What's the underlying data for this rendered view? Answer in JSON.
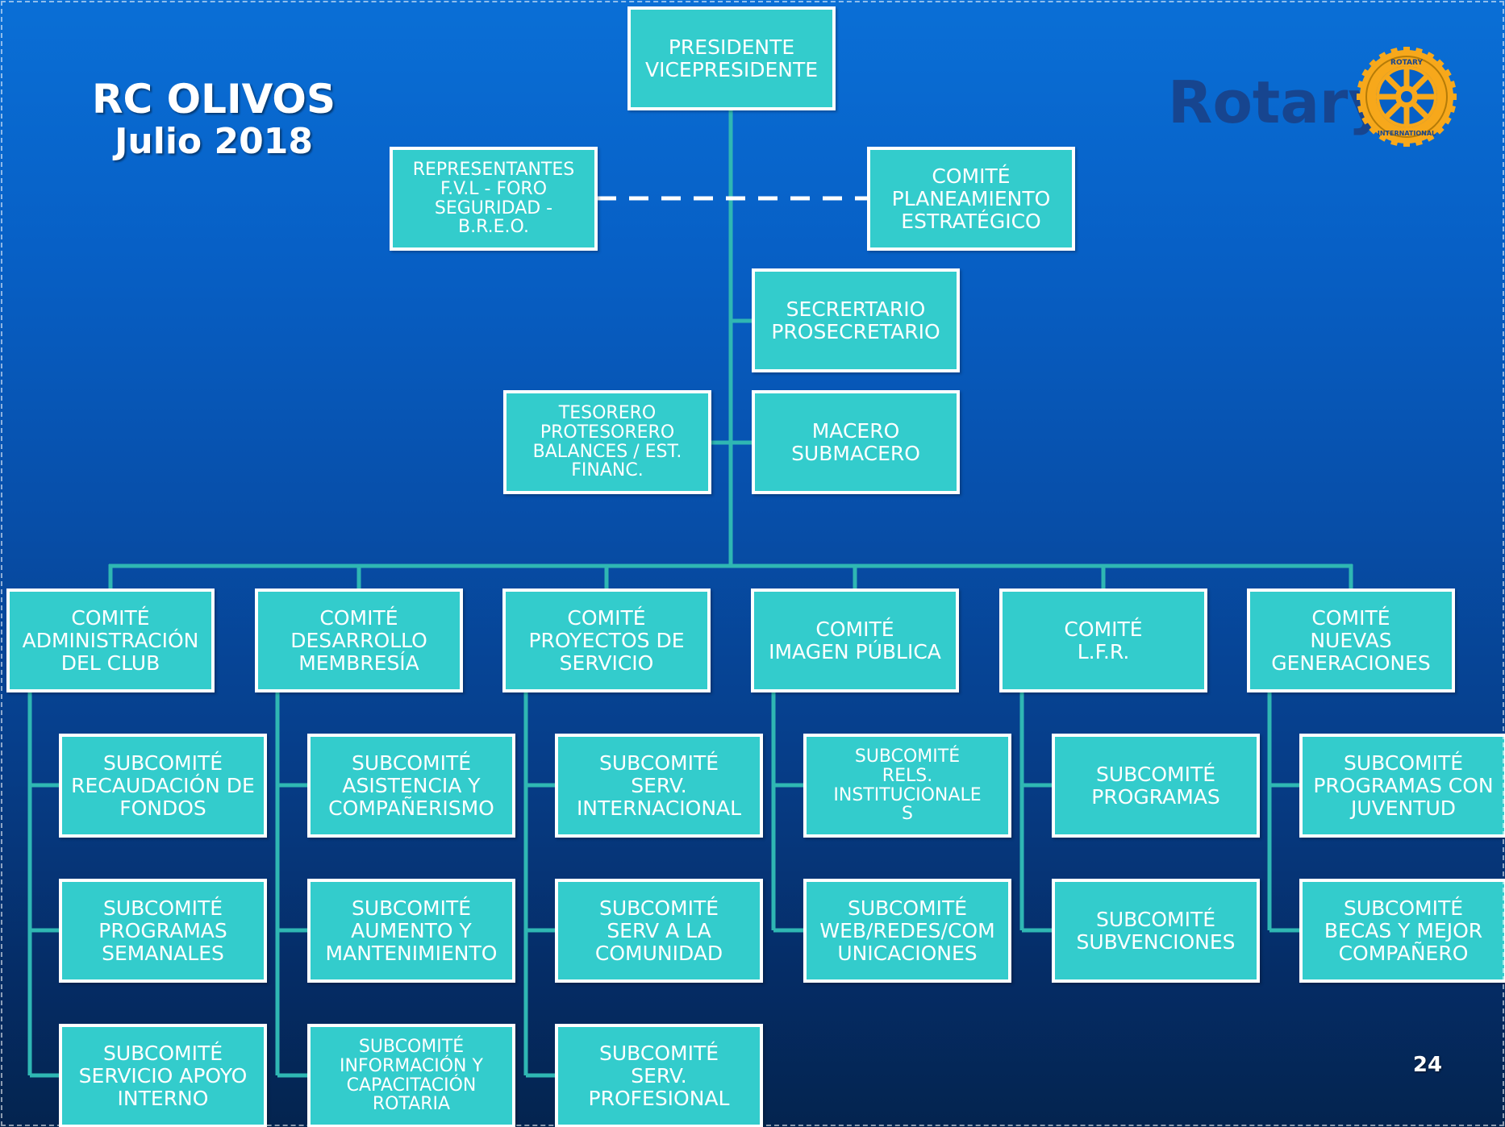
{
  "slide": {
    "title_line1": "RC OLIVOS",
    "title_line2": "Julio 2018",
    "page_number": "24"
  },
  "logo": {
    "wordmark": "Rotary",
    "ring_top": "ROTARY",
    "ring_bottom": "INTERNATIONAL",
    "wordmark_color": "#17458f",
    "wheel_color": "#f7a81b"
  },
  "colors": {
    "box_fill": "#33cccc",
    "box_border": "#ffffff",
    "connector": "#2fb7b3",
    "background_top": "#0a6fd6",
    "background_bottom": "#04244f"
  },
  "top": {
    "presidente": [
      "PRESIDENTE",
      "VICEPRESIDENTE"
    ],
    "representantes": [
      "REPRESENTANTES",
      "F.V.L - FORO",
      "SEGURIDAD -",
      "B.R.E.O."
    ],
    "planeamiento": [
      "COMITÉ",
      "PLANEAMIENTO",
      "ESTRATÉGICO"
    ],
    "secretario": [
      "SECRERTARIO",
      "PROSECRETARIO"
    ],
    "tesorero": [
      "TESORERO",
      "PROTESORERO",
      "BALANCES / EST.",
      "FINANC."
    ],
    "macero": [
      "MACERO",
      "SUBMACERO"
    ]
  },
  "committees": [
    {
      "title": [
        "COMITÉ",
        "ADMINISTRACIÓN",
        "DEL CLUB"
      ],
      "subs": [
        [
          "SUBCOMITÉ",
          "RECAUDACIÓN DE",
          "FONDOS"
        ],
        [
          "SUBCOMITÉ",
          "PROGRAMAS",
          "SEMANALES"
        ],
        [
          "SUBCOMITÉ",
          "SERVICIO APOYO",
          "INTERNO"
        ]
      ]
    },
    {
      "title": [
        "COMITÉ",
        "DESARROLLO",
        "MEMBRESÍA"
      ],
      "subs": [
        [
          "SUBCOMITÉ",
          "ASISTENCIA Y",
          "COMPAÑERISMO"
        ],
        [
          "SUBCOMITÉ",
          "AUMENTO Y",
          "MANTENIMIENTO"
        ],
        [
          "SUBCOMITÉ",
          "INFORMACIÓN Y",
          "CAPACITACIÓN",
          "ROTARIA"
        ]
      ]
    },
    {
      "title": [
        "COMITÉ",
        "PROYECTOS DE",
        "SERVICIO"
      ],
      "subs": [
        [
          "SUBCOMITÉ",
          "SERV.",
          "INTERNACIONAL"
        ],
        [
          "SUBCOMITÉ",
          "SERV A LA",
          "COMUNIDAD"
        ],
        [
          "SUBCOMITÉ",
          "SERV.",
          "PROFESIONAL"
        ]
      ]
    },
    {
      "title": [
        "COMITÉ",
        "IMAGEN PÚBLICA"
      ],
      "subs": [
        [
          "SUBCOMITÉ",
          "RELS.",
          "INSTITUCIONALE",
          "S"
        ],
        [
          "SUBCOMITÉ",
          "WEB/REDES/COM",
          "UNICACIONES"
        ]
      ]
    },
    {
      "title": [
        "COMITÉ",
        "L.F.R."
      ],
      "subs": [
        [
          "SUBCOMITÉ",
          "PROGRAMAS"
        ],
        [
          "SUBCOMITÉ",
          "SUBVENCIONES"
        ]
      ]
    },
    {
      "title": [
        "COMITÉ",
        "NUEVAS",
        "GENERACIONES"
      ],
      "subs": [
        [
          "SUBCOMITÉ",
          "PROGRAMAS CON",
          "JUVENTUD"
        ],
        [
          "SUBCOMITÉ",
          "BECAS Y MEJOR",
          "COMPAÑERO"
        ]
      ]
    }
  ]
}
